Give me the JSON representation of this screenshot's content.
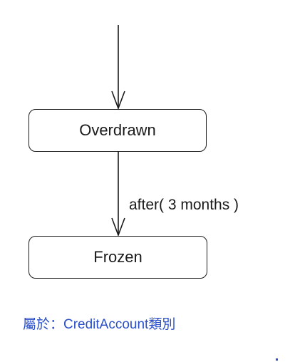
{
  "diagram": {
    "states": [
      {
        "label": "Overdrawn"
      },
      {
        "label": "Frozen"
      }
    ],
    "transition": {
      "guard": "after( 3 months )"
    }
  },
  "caption": "屬於：CreditAccount類別",
  "colors": {
    "line": "#1a1a1a",
    "caption": "#2a4fc9"
  }
}
